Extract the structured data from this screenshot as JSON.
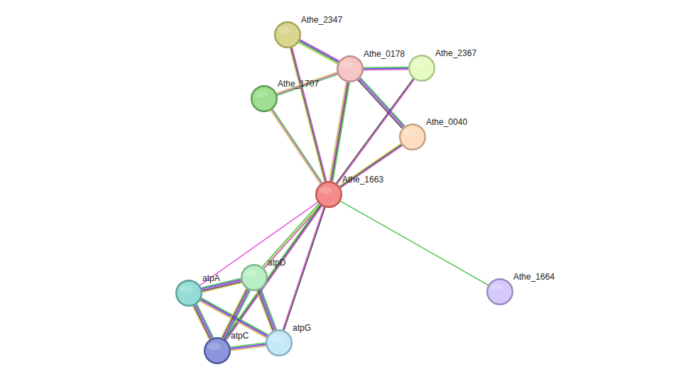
{
  "diagram": {
    "nodes": [
      {
        "text": [
          "Athe_2347"
        ]
      },
      {
        "text": [
          "Athe_0178"
        ]
      },
      {
        "text": [
          "Athe_2367"
        ]
      },
      {
        "text": [
          "Athe_1707"
        ]
      },
      {
        "text": [
          "Athe_0040"
        ]
      },
      {
        "text": [
          "Athe_1663"
        ]
      },
      {
        "text": [
          "atpD"
        ]
      },
      {
        "text": [
          "atpA"
        ]
      },
      {
        "text": [
          "Athe_1664"
        ]
      },
      {
        "text": [
          "atpG"
        ]
      },
      {
        "text": [
          "atpC"
        ]
      }
    ],
    "edges": [
      {
        "from": 0,
        "to": 1,
        "arrow": "none"
      },
      {
        "from": 0,
        "to": 5,
        "arrow": "none"
      },
      {
        "from": 1,
        "to": 2,
        "arrow": "none"
      },
      {
        "from": 1,
        "to": 3,
        "arrow": "none"
      },
      {
        "from": 1,
        "to": 4,
        "arrow": "none"
      },
      {
        "from": 1,
        "to": 5,
        "arrow": "none"
      },
      {
        "from": 2,
        "to": 5,
        "arrow": "none"
      },
      {
        "from": 4,
        "to": 5,
        "arrow": "none"
      },
      {
        "from": 3,
        "to": 5,
        "arrow": "none"
      },
      {
        "from": 5,
        "to": 8,
        "arrow": "none"
      },
      {
        "from": 5,
        "to": 7,
        "arrow": "none"
      },
      {
        "from": 5,
        "to": 6,
        "arrow": "none"
      },
      {
        "from": 5,
        "to": 10,
        "arrow": "none"
      },
      {
        "from": 5,
        "to": 9,
        "arrow": "none"
      },
      {
        "from": 7,
        "to": 6,
        "arrow": "none"
      },
      {
        "from": 7,
        "to": 10,
        "arrow": "none"
      },
      {
        "from": 7,
        "to": 9,
        "arrow": "none"
      },
      {
        "from": 6,
        "to": 10,
        "arrow": "none"
      },
      {
        "from": 6,
        "to": 9,
        "arrow": "none"
      },
      {
        "from": 10,
        "to": 9,
        "arrow": "none"
      }
    ]
  }
}
